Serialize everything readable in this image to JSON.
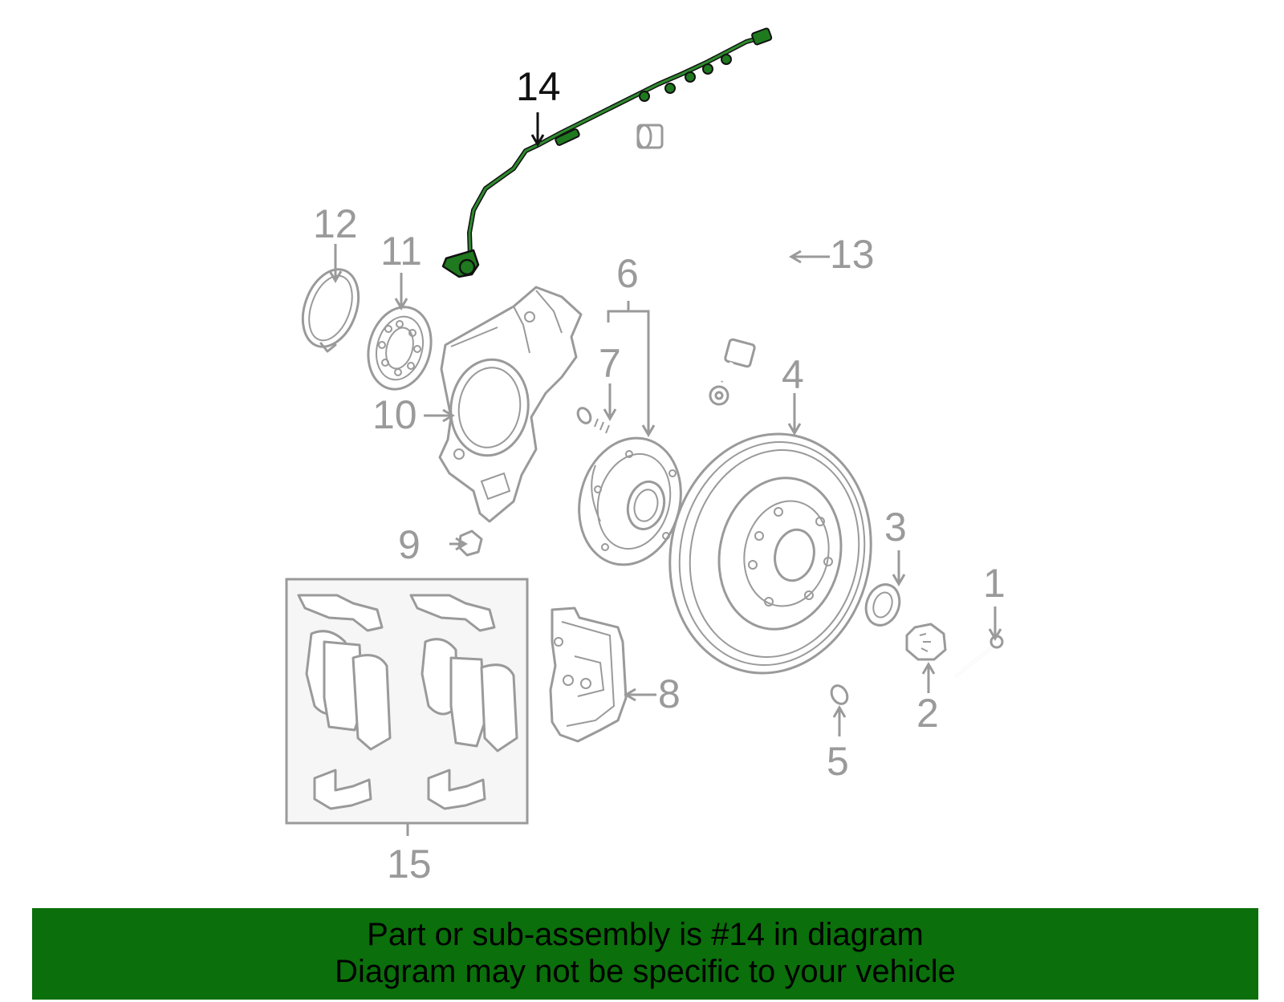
{
  "diagram": {
    "callouts": [
      {
        "id": "c1",
        "label": "1"
      },
      {
        "id": "c2",
        "label": "2"
      },
      {
        "id": "c3",
        "label": "3"
      },
      {
        "id": "c4",
        "label": "4"
      },
      {
        "id": "c5",
        "label": "5"
      },
      {
        "id": "c6",
        "label": "6"
      },
      {
        "id": "c7",
        "label": "7"
      },
      {
        "id": "c8",
        "label": "8"
      },
      {
        "id": "c9",
        "label": "9"
      },
      {
        "id": "c10",
        "label": "10"
      },
      {
        "id": "c11",
        "label": "11"
      },
      {
        "id": "c12",
        "label": "12"
      },
      {
        "id": "c13",
        "label": "13"
      },
      {
        "id": "c14",
        "label": "14"
      },
      {
        "id": "c15",
        "label": "15"
      }
    ],
    "highlighted_part": "14",
    "colors": {
      "part_line": "#9a9a9a",
      "highlight_part": "#1f7a1f",
      "highlight_label": "#111111",
      "banner_bg": "#0b6f0b",
      "banner_text": "#000000"
    }
  },
  "banner": {
    "line1": "Part or sub-assembly is #14 in diagram",
    "line2": "Diagram may not be specific to your vehicle"
  }
}
